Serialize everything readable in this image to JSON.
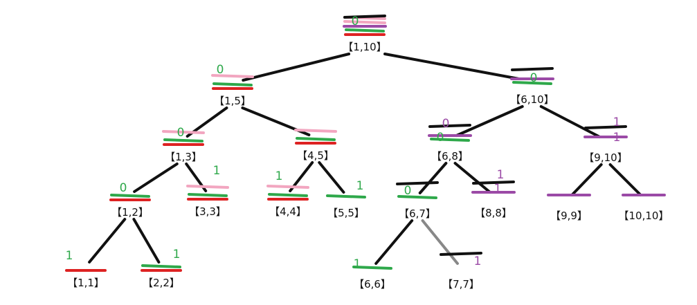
{
  "colors": {
    "edge": "#111111",
    "edge_gray": "#888888",
    "green": "#2ea84a",
    "red": "#dd2222",
    "pink": "#f2a6c0",
    "purple": "#9b4aa6",
    "black": "#111111"
  },
  "nodes": [
    {
      "id": "1-10",
      "label": "【1,10】",
      "digit": "0",
      "digit_color": "green"
    },
    {
      "id": "1-5",
      "label": "【1,5】",
      "digit": "0",
      "digit_color": "green"
    },
    {
      "id": "6-10",
      "label": "【6,10】",
      "digit": "0",
      "digit_color": "green"
    },
    {
      "id": "1-3",
      "label": "【1,3】",
      "digit": "0",
      "digit_color": "green"
    },
    {
      "id": "4-5",
      "label": "【4,5】",
      "digit": "",
      "digit_color": "green"
    },
    {
      "id": "6-8",
      "label": "【6,8】",
      "digit": "0",
      "digit_color": "green"
    },
    {
      "id": "9-10",
      "label": "【9,10】",
      "digit": "1",
      "digit_color": "purple"
    },
    {
      "id": "1-2",
      "label": "【1,2】",
      "digit": "0",
      "digit_color": "green"
    },
    {
      "id": "3-3",
      "label": "【3,3】",
      "digit": "1",
      "digit_color": "green"
    },
    {
      "id": "4-4",
      "label": "【4,4】",
      "digit": "1",
      "digit_color": "green"
    },
    {
      "id": "5-5",
      "label": "【5,5】",
      "digit": "1",
      "digit_color": "green"
    },
    {
      "id": "6-7",
      "label": "【6,7】",
      "digit": "0",
      "digit_color": "green"
    },
    {
      "id": "8-8",
      "label": "【8,8】",
      "digit": "1",
      "digit_color": "purple"
    },
    {
      "id": "9-9",
      "label": "【9,9】",
      "digit": "",
      "digit_color": "purple"
    },
    {
      "id": "10-10",
      "label": "【10,10】",
      "digit": "",
      "digit_color": "purple"
    },
    {
      "id": "1-1",
      "label": "【1,1】",
      "digit": "1",
      "digit_color": "green"
    },
    {
      "id": "2-2",
      "label": "【2,2】",
      "digit": "1",
      "digit_color": "green"
    },
    {
      "id": "6-6",
      "label": "【6,6】",
      "digit": "1",
      "digit_color": "green"
    },
    {
      "id": "7-7",
      "label": "【7,7】",
      "digit": "1",
      "digit_color": "purple"
    }
  ],
  "extra_digits": [
    {
      "near": "9-10",
      "digit": "1",
      "digit_color": "purple"
    },
    {
      "near": "6-8",
      "digit": "0",
      "digit_color": "purple"
    },
    {
      "near": "8-8",
      "digit": "1",
      "digit_color": "purple"
    }
  ],
  "edges": [
    {
      "from": "1-10",
      "to": "1-5",
      "color": "edge"
    },
    {
      "from": "1-10",
      "to": "6-10",
      "color": "edge"
    },
    {
      "from": "1-5",
      "to": "1-3",
      "color": "edge"
    },
    {
      "from": "1-5",
      "to": "4-5",
      "color": "edge"
    },
    {
      "from": "6-10",
      "to": "6-8",
      "color": "edge"
    },
    {
      "from": "6-10",
      "to": "9-10",
      "color": "edge"
    },
    {
      "from": "1-3",
      "to": "1-2",
      "color": "edge"
    },
    {
      "from": "1-3",
      "to": "3-3",
      "color": "edge"
    },
    {
      "from": "4-5",
      "to": "4-4",
      "color": "edge"
    },
    {
      "from": "4-5",
      "to": "5-5",
      "color": "edge"
    },
    {
      "from": "6-8",
      "to": "6-7",
      "color": "edge"
    },
    {
      "from": "6-8",
      "to": "8-8",
      "color": "edge"
    },
    {
      "from": "9-10",
      "to": "9-9",
      "color": "edge"
    },
    {
      "from": "9-10",
      "to": "10-10",
      "color": "edge"
    },
    {
      "from": "1-2",
      "to": "1-1",
      "color": "edge"
    },
    {
      "from": "1-2",
      "to": "2-2",
      "color": "edge"
    },
    {
      "from": "6-7",
      "to": "6-6",
      "color": "edge"
    },
    {
      "from": "6-7",
      "to": "7-7",
      "color": "edge_gray"
    }
  ],
  "marks": {
    "1-10": [
      "red",
      "green",
      "purple",
      "pink",
      "pink",
      "black"
    ],
    "1-5": [
      "red",
      "green",
      "pink"
    ],
    "6-10": [
      "green",
      "purple",
      "black"
    ],
    "1-3": [
      "red",
      "green",
      "pink"
    ],
    "4-5": [
      "red",
      "green",
      "pink"
    ],
    "6-8": [
      "green",
      "purple",
      "black"
    ],
    "9-10": [
      "purple",
      "black"
    ],
    "1-2": [
      "red",
      "green"
    ],
    "3-3": [
      "red",
      "green",
      "pink"
    ],
    "4-4": [
      "red",
      "green",
      "pink"
    ],
    "5-5": [
      "green"
    ],
    "6-7": [
      "green",
      "black"
    ],
    "8-8": [
      "purple",
      "black"
    ],
    "9-9": [
      "purple"
    ],
    "10-10": [
      "purple"
    ],
    "1-1": [
      "red"
    ],
    "2-2": [
      "red",
      "green"
    ],
    "6-6": [
      "green"
    ],
    "7-7": [
      "black"
    ]
  }
}
